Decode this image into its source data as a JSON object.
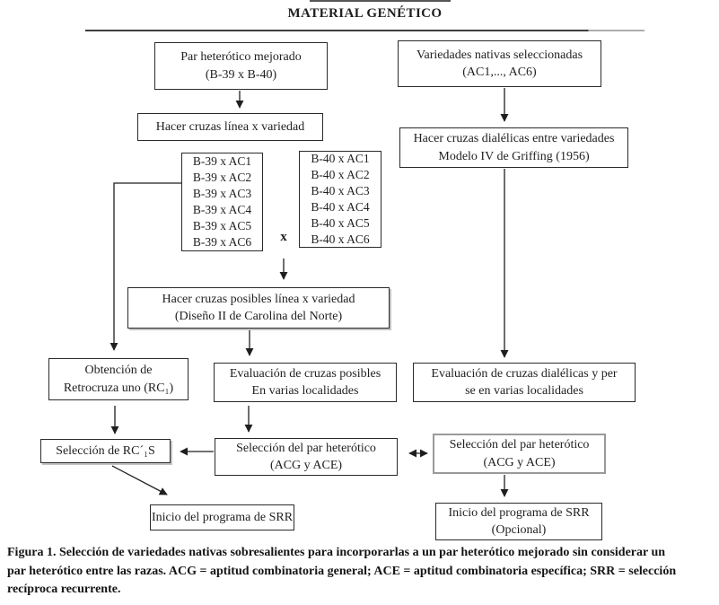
{
  "title": "MATERIAL GENÉTICO",
  "colors": {
    "ink": "#1f1f1f",
    "box_border": "#2a2a2a",
    "gray_border": "#9a9a9a",
    "rule_dark": "#3d3d3d",
    "rule_light": "#adadad"
  },
  "nodes": {
    "par_heterotico": {
      "line1": "Par heterótico mejorado",
      "line2": "(B-39 x B-40)"
    },
    "variedades_nativas": {
      "line1": "Variedades nativas seleccionadas",
      "line2": "(AC1,..., AC6)"
    },
    "hacer_cruzas_linea": {
      "line1": "Hacer cruzas línea x variedad"
    },
    "hacer_cruzas_dialelicas": {
      "line1": "Hacer cruzas dialélicas entre variedades",
      "line2": "Modelo IV de Griffing (1956)"
    },
    "b39_list": {
      "items": [
        "B-39 x AC1",
        "B-39 x AC2",
        "B-39 x AC3",
        "B-39 x AC4",
        "B-39 x AC5",
        "B-39 x AC6"
      ]
    },
    "b40_list": {
      "items": [
        "B-40 x AC1",
        "B-40 x AC2",
        "B-40 x AC3",
        "B-40 x AC4",
        "B-40 x AC5",
        "B-40 x AC6"
      ]
    },
    "cross_label": "x",
    "hacer_cruzas_posibles": {
      "line1": "Hacer cruzas posibles línea x variedad",
      "line2": "(Diseño II de Carolina del Norte)"
    },
    "obtencion_retrocruza": {
      "line1": "Obtención de",
      "line2": "Retrocruza uno (RC₁)"
    },
    "eval_posibles": {
      "line1": "Evaluación de cruzas posibles",
      "line2": "En varias localidades"
    },
    "eval_dialelicas": {
      "line1": "Evaluación de cruzas dialélicas y per",
      "line2": "se en varias localidades"
    },
    "seleccion_rc1s": {
      "line1": "Selección de RC´₁S"
    },
    "seleccion_par_left": {
      "line1": "Selección del par heterótico",
      "line2": "(ACG y ACE)"
    },
    "seleccion_par_right": {
      "line1": "Selección del par heterótico",
      "line2": "(ACG y ACE)"
    },
    "inicio_left": {
      "line1": "Inicio del programa de SRR"
    },
    "inicio_right": {
      "line1": "Inicio del programa de SRR",
      "line2": "(Opcional)"
    }
  },
  "caption": {
    "lines": [
      "Figura 1. Selección de variedades nativas sobresalientes para incorporarlas a un par heterótico mejorado sin considerar un",
      "par heterótico entre las razas. ACG = aptitud combinatoria general; ACE = aptitud combinatoria específica; SRR = selección",
      "recíproca recurrente."
    ]
  }
}
